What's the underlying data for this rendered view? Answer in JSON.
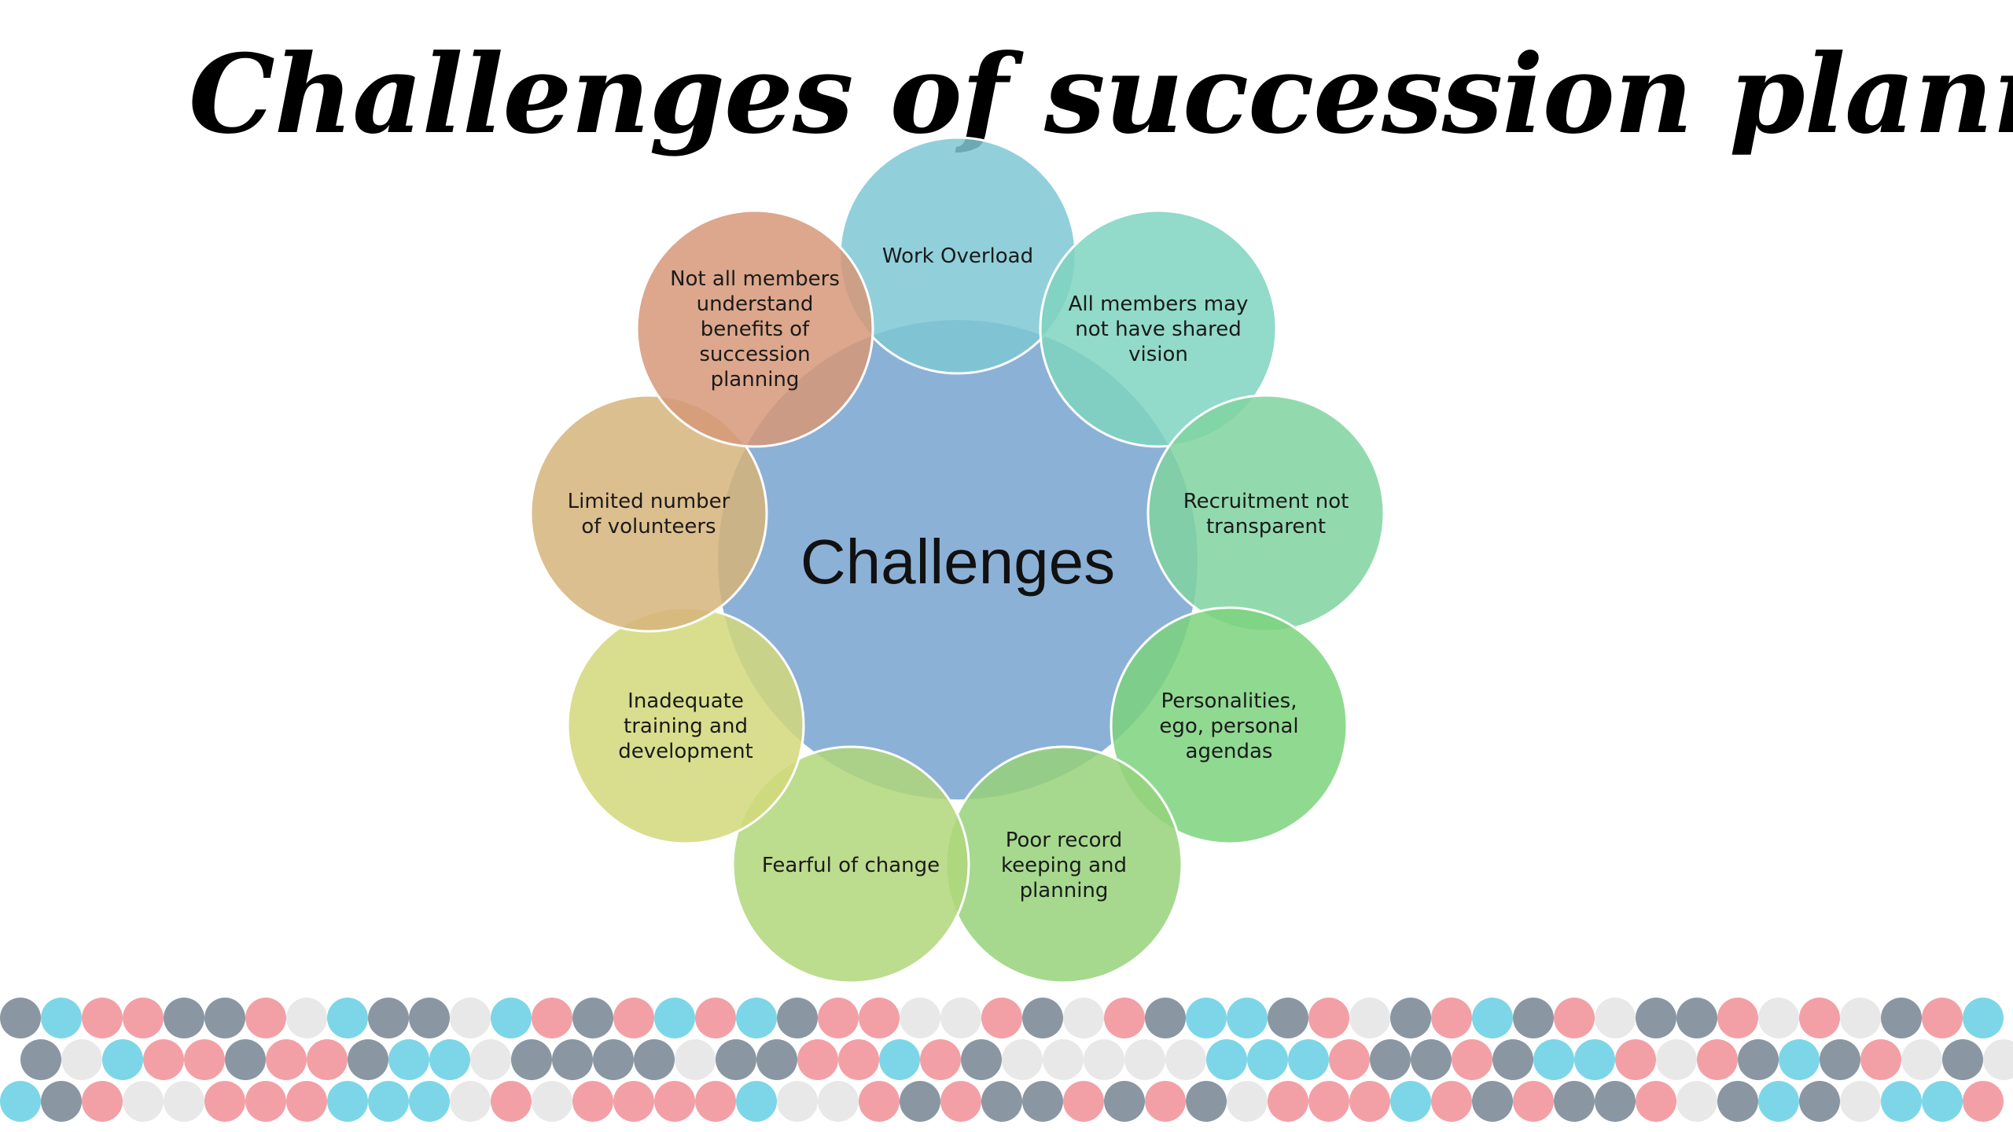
{
  "title": "Challenges of succession planning",
  "diagram": {
    "center": {
      "label": "Challenges",
      "color": "#7FA9D3"
    },
    "items": [
      {
        "label": [
          "Work Overload"
        ],
        "color": "#7EC8D3"
      },
      {
        "label": [
          "All members may",
          "not have shared",
          "vision"
        ],
        "color": "#7FD3C0"
      },
      {
        "label": [
          "Recruitment not",
          "transparent"
        ],
        "color": "#7FD3A0"
      },
      {
        "label": [
          "Personalities,",
          "ego, personal",
          "agendas"
        ],
        "color": "#7DD27E"
      },
      {
        "label": [
          "Poor record",
          "keeping and",
          "planning"
        ],
        "color": "#96D27A"
      },
      {
        "label": [
          "Fearful of change"
        ],
        "color": "#B0D67A"
      },
      {
        "label": [
          "Inadequate",
          "training and",
          "development"
        ],
        "color": "#D2D87A"
      },
      {
        "label": [
          "Limited number",
          "of volunteers"
        ],
        "color": "#D6B47A"
      },
      {
        "label": [
          "Not all members",
          "understand",
          "benefits of",
          "succession",
          "planning"
        ],
        "color": "#D69878"
      }
    ]
  },
  "footer_palette": [
    "#F2A0A6",
    "#8A97A3",
    "#7DD6E8",
    "#E8E8E8"
  ]
}
